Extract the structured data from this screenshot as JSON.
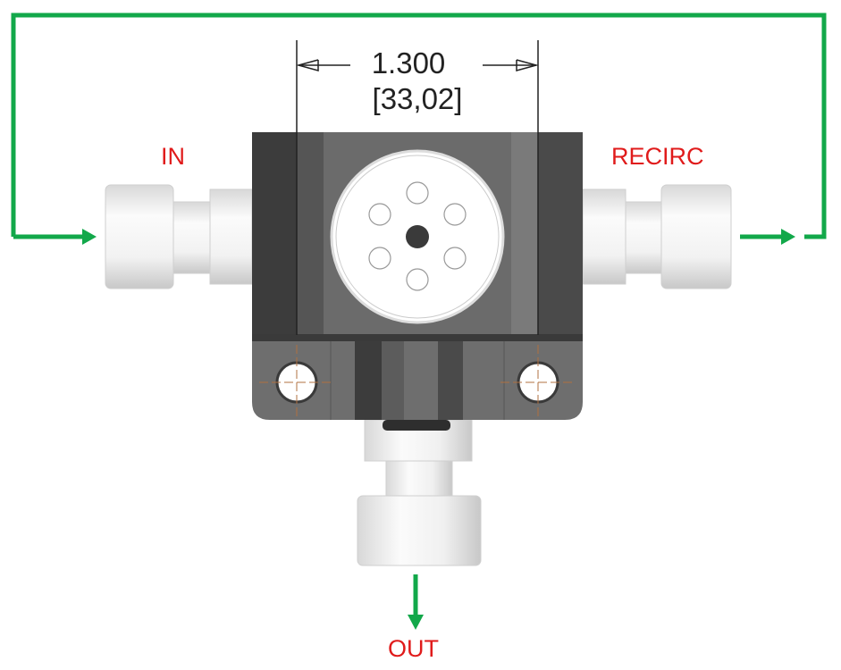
{
  "dimension": {
    "imperial": "1.300",
    "metric": "[33,02]"
  },
  "ports": {
    "inlet": "IN",
    "recirc": "RECIRC",
    "outlet": "OUT"
  },
  "colors": {
    "flow": "#12a84a",
    "label": "#e01b1b",
    "body": "#6b6b6b"
  }
}
